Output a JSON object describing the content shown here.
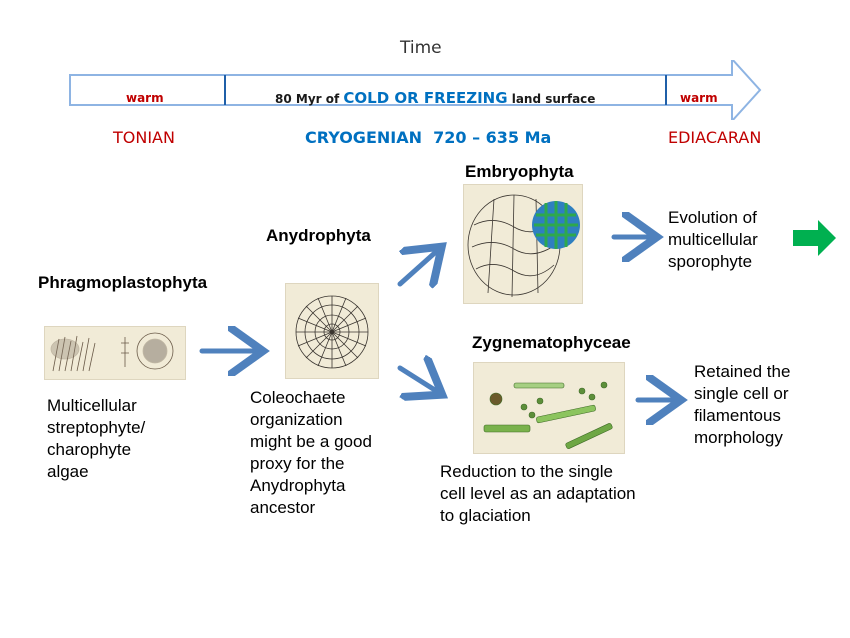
{
  "timeline": {
    "title": "Time",
    "left_segment": "warm",
    "middle_segment_pre": "80 Myr of",
    "middle_segment_emph": "COLD OR FREEZING",
    "middle_segment_post": "land surface",
    "right_segment": "warm",
    "periods": {
      "tonian": "TONIAN",
      "cryogenian": "CRYOGENIAN  720 – 635 Ma",
      "ediacaran": "EDIACARAN"
    }
  },
  "nodes": {
    "phragmoplastophyta": {
      "heading": "Phragmoplastophyta",
      "description": [
        "Multicellular",
        "streptophyte/",
        "charophyte",
        "algae"
      ]
    },
    "anydrophyta": {
      "heading": "Anydrophyta",
      "description": [
        "Coleochaete",
        "organization",
        "might be a good",
        "proxy for the",
        "Anydrophyta",
        "ancestor"
      ]
    },
    "embryophyta": {
      "heading": "Embryophyta",
      "outcome": [
        "Evolution of",
        "multicellular",
        "sporophyte"
      ]
    },
    "zygnematophyceae": {
      "heading": "Zygnematophyceae",
      "description": [
        "Reduction to the single",
        "cell level as an adaptation",
        "to glaciation"
      ],
      "outcome": [
        "Retained the",
        "single cell or",
        "filamentous",
        "morphology"
      ]
    }
  },
  "colors": {
    "timeline_outline": "#8eb4e3",
    "warm": "#c00000",
    "cold": "#0070c0",
    "tonian": "#c00000",
    "cryogenian": "#0070c0",
    "ediacaran": "#c00000",
    "arrow": "#4f81bd",
    "green_arrow": "#00b050"
  }
}
